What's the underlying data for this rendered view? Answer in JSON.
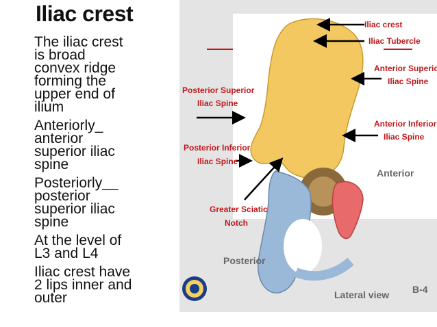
{
  "slide": {
    "title": "Iliac crest",
    "bullets": [
      "The iliac crest\nis broad\nconvex ridge\nforming the\nupper end of\nilium",
      "Anteriorly_\nanterior\nsuperior iliac\nspine",
      "Posteriorly__\nposterior\nsuperior iliac\nspine",
      "At the level of\nL3 and L4",
      "Iliac crest have\n2 lips inner and\nouter"
    ]
  },
  "figure": {
    "labels": {
      "iliac_crest": "Iliac crest",
      "iliac_tubercle": "Iliac Tubercle",
      "asis_line1": "Anterior Superior",
      "asis_line2": "Iliac Spine",
      "psis_line1": "Posterior Superior",
      "psis_line2": "Iliac Spine",
      "aiis_line1": "Anterior Inferior",
      "aiis_line2": "Iliac Spine",
      "piis_line1": "Posterior Inferior",
      "piis_line2": "Iliac Spine",
      "anterior": "Anterior",
      "gsn_line1": "Greater Sciatic",
      "gsn_line2": "Notch",
      "posterior": "Posterior",
      "lateral_view": "Lateral view",
      "figure_code": "B-4"
    },
    "colors": {
      "ilium": "#f4c860",
      "ischium": "#9ab8d8",
      "pubis": "#e86a6a",
      "label_red": "#c0181b",
      "background": "#e4e4e4"
    }
  }
}
